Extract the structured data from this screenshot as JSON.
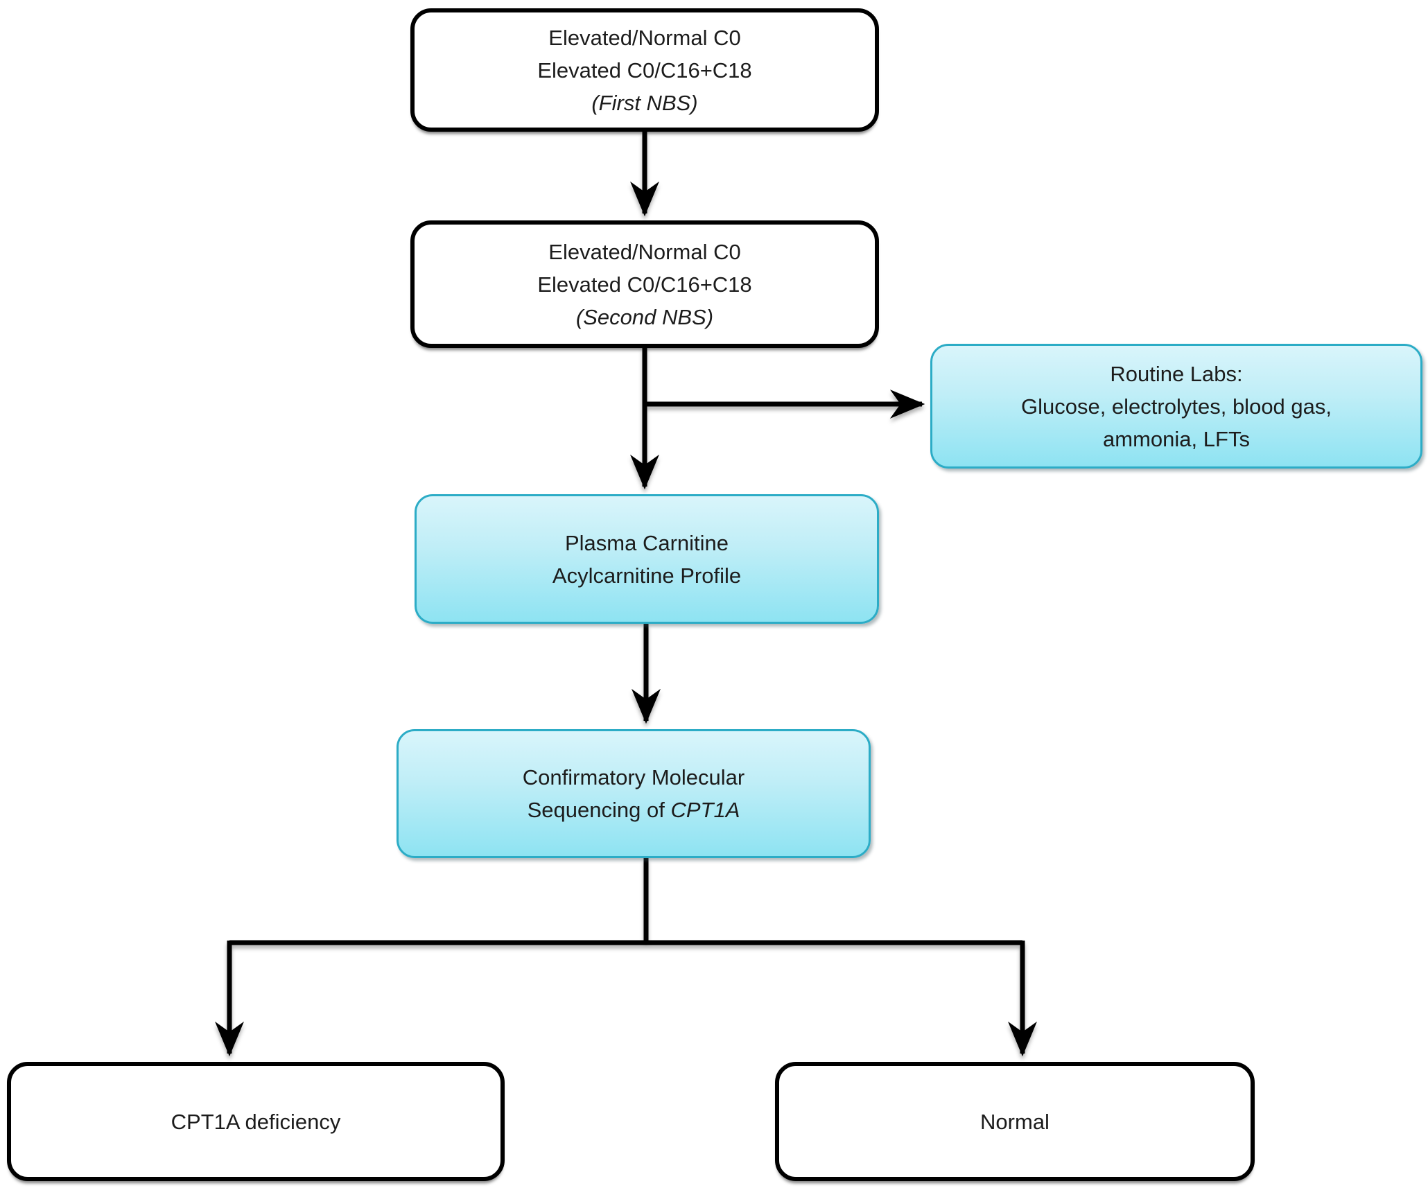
{
  "figure": {
    "type": "flowchart",
    "description": "Newborn screening diagnostic algorithm for CPT1A deficiency",
    "colors": {
      "background": "#ffffff",
      "line_color": "#000000",
      "text_color": "#1c1c1c",
      "plain_node_fill": "#ffffff",
      "plain_node_border": "#000000",
      "highlight_node_fill_top": "#d9f5fb",
      "highlight_node_fill_bottom": "#8ee3f2",
      "highlight_node_border": "#2cacc6"
    }
  },
  "nodes": {
    "first_nbs": {
      "line1": "Elevated/Normal C0",
      "line2": "Elevated C0/C16+C18",
      "line3": "(First NBS)"
    },
    "second_nbs": {
      "line1": "Elevated/Normal C0",
      "line2": "Elevated C0/C16+C18",
      "line3": "(Second NBS)"
    },
    "routine_labs": {
      "line1": "Routine Labs:",
      "line2": "Glucose, electrolytes, blood gas,",
      "line3": "ammonia, LFTs"
    },
    "plasma_profile": {
      "line1": "Plasma Carnitine",
      "line2": "Acylcarnitine Profile"
    },
    "confirmatory": {
      "line1": "Confirmatory Molecular",
      "line2_prefix": "Sequencing of ",
      "line2_gene": "CPT1A"
    },
    "outcome_deficiency": {
      "line1": "CPT1A deficiency"
    },
    "outcome_normal": {
      "line1": "Normal"
    }
  }
}
